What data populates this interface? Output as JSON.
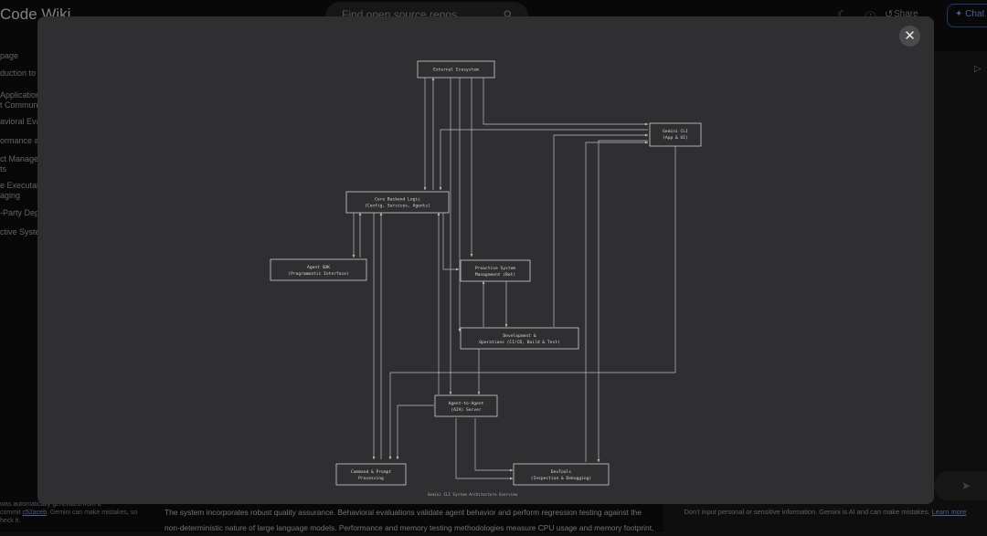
{
  "app": {
    "brand": "Code Wiki",
    "search_placeholder": "Find open source repos",
    "share_label": "Share",
    "chat_label": "Chat",
    "icons": [
      "moon-icon",
      "help-icon",
      "share-icon",
      "sparkle-icon",
      "search-icon",
      "close-icon",
      "send-icon"
    ]
  },
  "toc": {
    "heading": "page",
    "items": [
      {
        "lines": [
          "duction to t"
        ]
      },
      {
        "lines": [
          "Application",
          "t Communic"
        ]
      },
      {
        "lines": [
          "avioral Evalu"
        ]
      },
      {
        "lines": [
          "ormance and"
        ]
      },
      {
        "lines": [
          "ct Manager",
          "ts"
        ]
      },
      {
        "lines": [
          "e Executabl",
          "aging"
        ]
      },
      {
        "lines": [
          "-Party Depe"
        ]
      },
      {
        "lines": [
          "ctive System"
        ]
      }
    ]
  },
  "footer": {
    "line1": "was automatically generated from a",
    "commit_prefix": "commit ",
    "commit_link": "c52aceb",
    "commit_suffix": ". Gemini can make mistakes, so",
    "line3": "heck it."
  },
  "article": {
    "text": "The system incorporates robust quality assurance. Behavioral evaluations validate agent behavior and perform regression testing against the non-deterministic nature of large language models. Performance and memory testing methodologies measure CPU usage and memory footprint,"
  },
  "chat": {
    "disclaimer": "Don't input personal or sensitive information. Gemini is AI and can make mistakes.",
    "learn_more": "Learn more"
  },
  "modal": {
    "close_label": "✕",
    "diagram": {
      "caption": "Gemini CLI System Architecture Overview",
      "nodes": [
        {
          "id": "ext",
          "lines": [
            "External Ecosystem"
          ]
        },
        {
          "id": "cli",
          "lines": [
            "Gemini CLI",
            "(App & UI)"
          ]
        },
        {
          "id": "core",
          "lines": [
            "Core Backend Logic",
            "(Config, Services, Agents)"
          ]
        },
        {
          "id": "sdk",
          "lines": [
            "Agent SDK",
            "(Programmatic Interface)"
          ]
        },
        {
          "id": "bot",
          "lines": [
            "Proactive System",
            "Management (Bot)"
          ]
        },
        {
          "id": "ops",
          "lines": [
            "Development &",
            "Operations (CI/CD, Build & Test)"
          ]
        },
        {
          "id": "a2a",
          "lines": [
            "Agent-to-Agent",
            "(A2A) Server"
          ]
        },
        {
          "id": "cmd",
          "lines": [
            "Command & Prompt",
            "Processing"
          ]
        },
        {
          "id": "dev",
          "lines": [
            "DevTools",
            "(Inspection & Debugging)"
          ]
        }
      ]
    }
  }
}
